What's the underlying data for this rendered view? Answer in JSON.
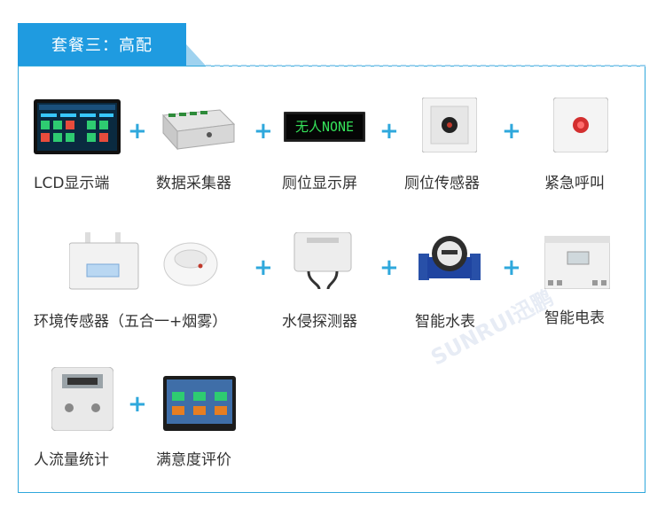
{
  "banner": {
    "title": "套餐三：高配"
  },
  "items": [
    {
      "label": "LCD显示端"
    },
    {
      "label": "数据采集器"
    },
    {
      "label": "厕位显示屏"
    },
    {
      "label": "厕位传感器"
    },
    {
      "label": "紧急呼叫"
    },
    {
      "label": "环境传感器（五合一+烟雾）"
    },
    {
      "label": "水侵探测器"
    },
    {
      "label": "智能水表"
    },
    {
      "label": "智能电表"
    },
    {
      "label": "人流量统计"
    },
    {
      "label": "满意度评价"
    }
  ],
  "plus_symbol": "+",
  "screen_text": "无人NONE",
  "watermark": "SUNRUI迅鹏",
  "colors": {
    "accent": "#1f9be0",
    "border": "#2fa8dc",
    "dash": "#9fd2ef",
    "screen_text": "#35e35a"
  }
}
